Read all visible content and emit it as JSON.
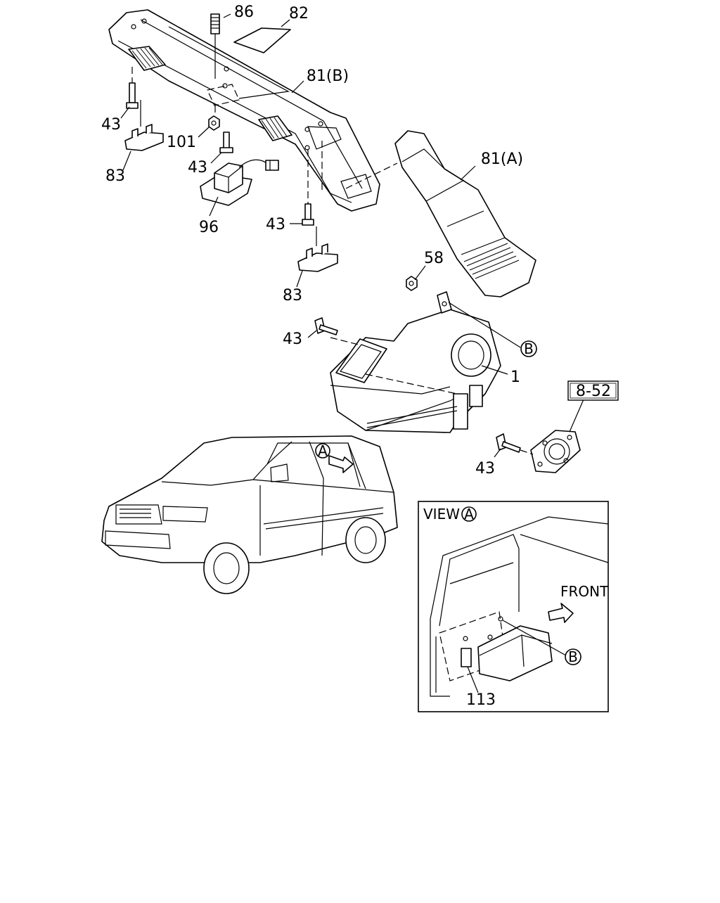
{
  "callouts": {
    "p86": "86",
    "p82": "82",
    "p81b": "81(B)",
    "p43_a": "43",
    "p83_a": "83",
    "p101": "101",
    "p43_b": "43",
    "p96": "96",
    "p81a": "81(A)",
    "p43_c": "43",
    "p83_b": "83",
    "p58": "58",
    "p43_d": "43",
    "refB_1": "B",
    "p1": "1",
    "ref_852": "8-52",
    "p43_e": "43",
    "viewA_marker": "A",
    "p113": "113",
    "refB_2": "B"
  },
  "inset": {
    "title": "VIEW",
    "title_ref": "A",
    "direction": "FRONT"
  }
}
